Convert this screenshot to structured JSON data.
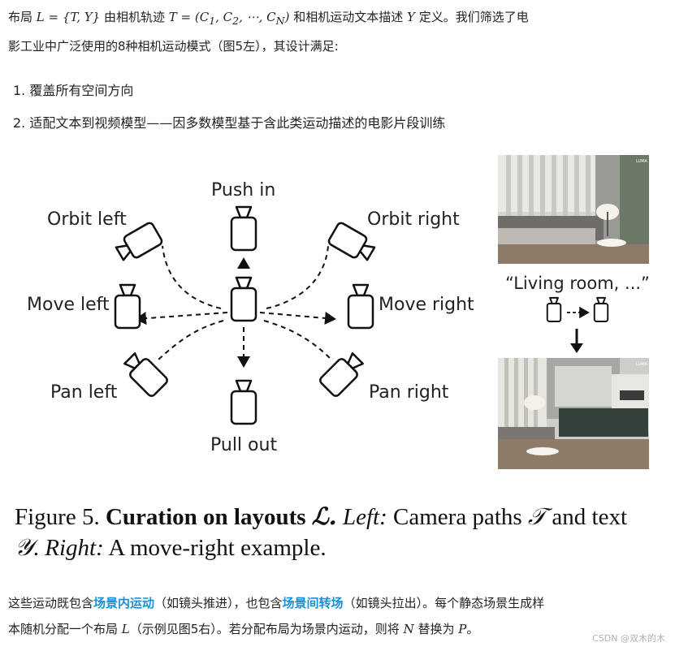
{
  "intro": {
    "part1": "布局 ",
    "math1": "L = {T, Y}",
    "part2": " 由相机轨迹 ",
    "math2": "T = (C",
    "part3": " 和相机运动文本描述 ",
    "math3": "Y",
    "part4": " 定义。我们筛选了电",
    "line2": "影工业中广泛使用的8种相机运动模式（图5左），其设计满足:"
  },
  "list": [
    {
      "num": "1.",
      "text": "覆盖所有空间方向"
    },
    {
      "num": "2.",
      "text": "适配文本到视频模型——因多数模型基于含此类运动描述的电影片段训练"
    }
  ],
  "figure": {
    "labels": {
      "push_in": "Push in",
      "orbit_left": "Orbit left",
      "orbit_right": "Orbit right",
      "move_left": "Move left",
      "move_right": "Move right",
      "pan_left": "Pan left",
      "pan_right": "Pan right",
      "pull_out": "Pull out"
    },
    "right_caption": "“Living room, ...”",
    "photo_badge": "LUMA"
  },
  "caption": {
    "prefix": "Figure 5. ",
    "bold": "Curation on layouts ",
    "bold_symbol": "ℒ.",
    "left_label": "Left:",
    "left_text": " Camera paths ",
    "sym_t": "𝒯",
    "and_text": " and text",
    "sym_y": "𝒴",
    "period": ". ",
    "right_label": "Right:",
    "right_text": " A move-right example."
  },
  "outro": {
    "l1a": "这些运动既包含",
    "l1hl1": "场景内运动",
    "l1b": "（如镜头推进），也包含",
    "l1hl2": "场景间转场",
    "l1c": "（如镜头拉出）。每个静态场景生成样",
    "l2a": "本随机分配一个布局 ",
    "l2m1": "L",
    "l2b": "（示例见图5右）。若分配布局为场景内运动，则将 ",
    "l2m2": "N",
    "l2c": " 替换为 ",
    "l2m3": "P",
    "l2d": "。"
  },
  "watermark": "CSDN @双木的木"
}
